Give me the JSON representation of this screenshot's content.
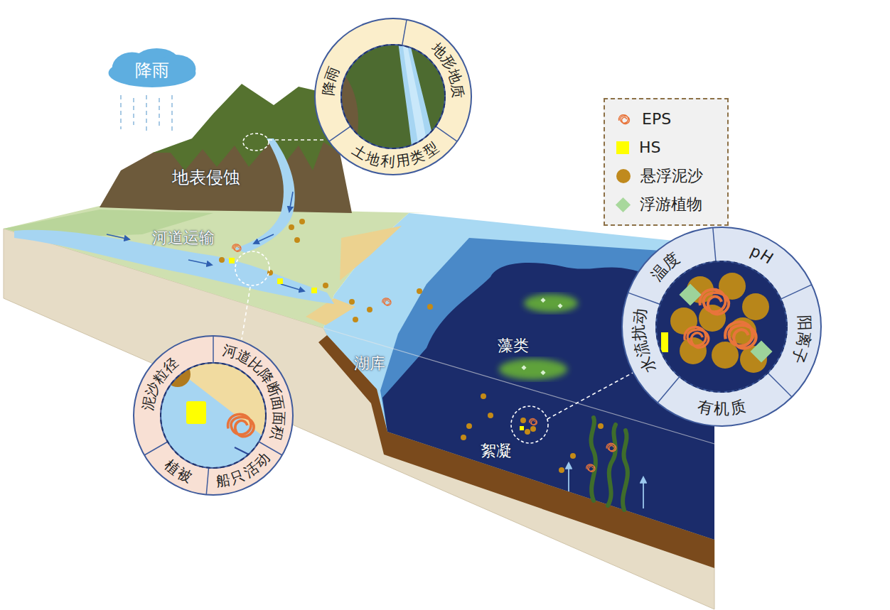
{
  "diagram": {
    "nodes": [
      {
        "text": [
          "降雨"
        ]
      },
      {
        "text": [
          "降雨",
          "地形地质",
          "土地利用类型"
        ]
      },
      {
        "text": [
          "温度",
          "pH",
          "阳离子",
          "有机质",
          "水流扰动"
        ]
      },
      {
        "text": [
          "泥沙粒径",
          "河道比降断面面积",
          "植被",
          "船只活动"
        ]
      }
    ],
    "labels": [
      "地表侵蚀",
      "河道运输",
      "湖库",
      "藻类",
      "絮凝"
    ],
    "legend": [
      {
        "text": "EPS"
      },
      {
        "text": "HS",
        "color": "#ffff00"
      },
      {
        "text": "悬浮泥沙",
        "color": "#c08a1e"
      },
      {
        "text": "浮游植物",
        "color": "#a8d89c"
      }
    ]
  }
}
